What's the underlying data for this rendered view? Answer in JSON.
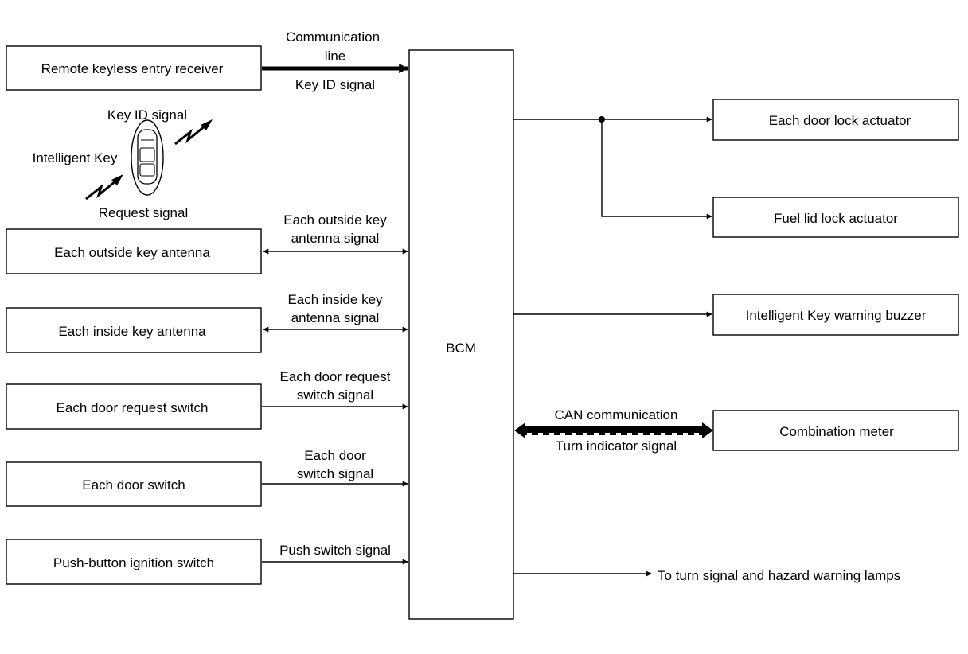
{
  "bcm": {
    "label": "BCM"
  },
  "inputs": {
    "remote_keyless_entry_receiver": "Remote keyless entry receiver",
    "each_outside_key_antenna": "Each outside key antenna",
    "each_inside_key_antenna": "Each inside key antenna",
    "each_door_request_switch": "Each door request switch",
    "each_door_switch": "Each door switch",
    "push_button_ignition_switch": "Push-button ignition switch"
  },
  "outputs": {
    "each_door_lock_actuator": "Each door lock actuator",
    "fuel_lid_lock_actuator": "Fuel lid lock actuator",
    "intelligent_key_warning_buzzer": "Intelligent Key warning buzzer",
    "combination_meter": "Combination meter",
    "turn_signal_lamps": "To turn signal and hazard warning lamps"
  },
  "intelligent_key": {
    "label": "Intelligent Key",
    "key_id_signal": "Key ID signal",
    "request_signal": "Request signal"
  },
  "signals": {
    "communication_line_1": "Communication",
    "communication_line_2": "line",
    "key_id_signal": "Key ID signal",
    "outside_antenna_1": "Each outside key",
    "outside_antenna_2": "antenna signal",
    "inside_antenna_1": "Each inside key",
    "inside_antenna_2": "antenna signal",
    "door_request_1": "Each door request",
    "door_request_2": "switch signal",
    "door_switch_1": "Each door",
    "door_switch_2": "switch signal",
    "push_switch": "Push switch signal",
    "can_communication": "CAN communication",
    "turn_indicator": "Turn indicator signal"
  },
  "colors": {
    "line": "#000000",
    "background": "#ffffff"
  }
}
